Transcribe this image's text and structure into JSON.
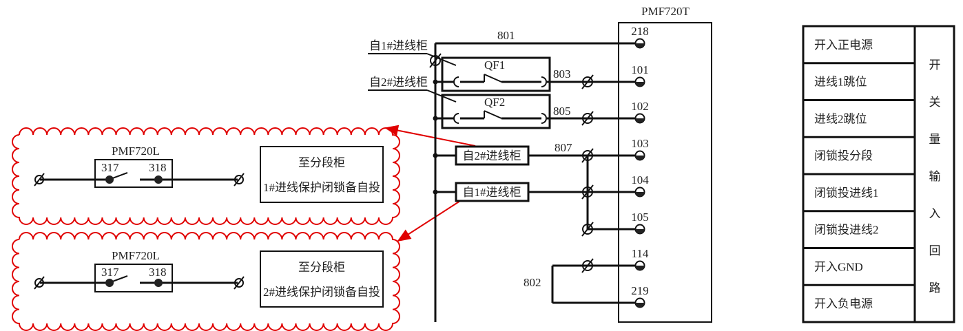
{
  "diagram": {
    "device_main": {
      "model": "PMF720T",
      "terminals": [
        {
          "id": "218"
        },
        {
          "id": "101"
        },
        {
          "id": "102"
        },
        {
          "id": "103"
        },
        {
          "id": "104"
        },
        {
          "id": "105"
        },
        {
          "id": "114"
        },
        {
          "id": "219"
        }
      ]
    },
    "wires": {
      "w801": "801",
      "w803": "803",
      "w805": "805",
      "w807": "807",
      "w802": "802"
    },
    "sources": {
      "src1": "自1#进线柜",
      "src2": "自2#进线柜"
    },
    "breakers": {
      "qf1": "QF1",
      "qf2": "QF2"
    },
    "boxes": {
      "box_from2": "自2#进线柜",
      "box_from1": "自1#进线柜"
    },
    "clouds": [
      {
        "device": "PMF720L",
        "term_a": "317",
        "term_b": "318",
        "dest_line1": "至分段柜",
        "dest_line2": "1#进线保护闭锁备自投"
      },
      {
        "device": "PMF720L",
        "term_a": "317",
        "term_b": "318",
        "dest_line1": "至分段柜",
        "dest_line2": "2#进线保护闭锁备自投"
      }
    ],
    "legend_table": {
      "rows": [
        "开入正电源",
        "进线1跳位",
        "进线2跳位",
        "闭锁投分段",
        "闭锁投进线1",
        "闭锁投进线2",
        "开入GND",
        "开入负电源"
      ],
      "group_label": [
        "开",
        "关",
        "量",
        "输",
        "入",
        "回",
        "路"
      ]
    },
    "colors": {
      "wire": "#111111",
      "annotation": "#e00000"
    }
  }
}
